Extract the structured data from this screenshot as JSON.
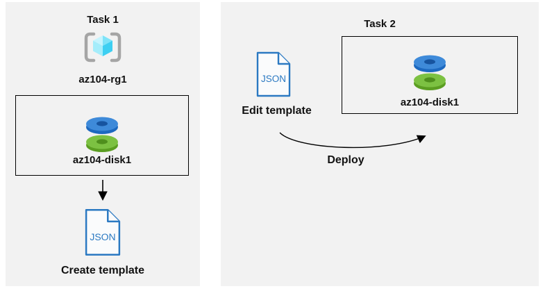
{
  "task1": {
    "title": "Task 1",
    "resource_group_label": "az104-rg1",
    "disk_label": "az104-disk1",
    "doc_text": "JSON",
    "action_label": "Create template"
  },
  "task2": {
    "title": "Task 2",
    "doc_text": "JSON",
    "edit_label": "Edit template",
    "disk_label": "az104-disk1",
    "deploy_label": "Deploy"
  },
  "icons": {
    "resource_group": "resource-group-icon",
    "managed_disk": "disk-icon",
    "template_document": "json-file-icon",
    "create_flow": "arrow-down-icon",
    "deploy_flow": "curved-arrow-icon"
  },
  "colors": {
    "panel_bg": "#F2F2F2",
    "box_border": "#000000",
    "doc_blue": "#2B79C2",
    "disk_blue_top": "#3E8AD9",
    "disk_blue_side": "#1D69C0",
    "disk_blue_hole": "#17549F",
    "disk_green_top": "#7CC142",
    "disk_green_side": "#5B9E22",
    "disk_green_hole": "#4F8F1D",
    "bracket_gray": "#A5A5A5",
    "cube_top_left": "#C6F4FE",
    "cube_top_right": "#7EE3F8",
    "cube_left": "#A5EDFB",
    "cube_right": "#3DCFF2",
    "text_black": "#121212"
  }
}
